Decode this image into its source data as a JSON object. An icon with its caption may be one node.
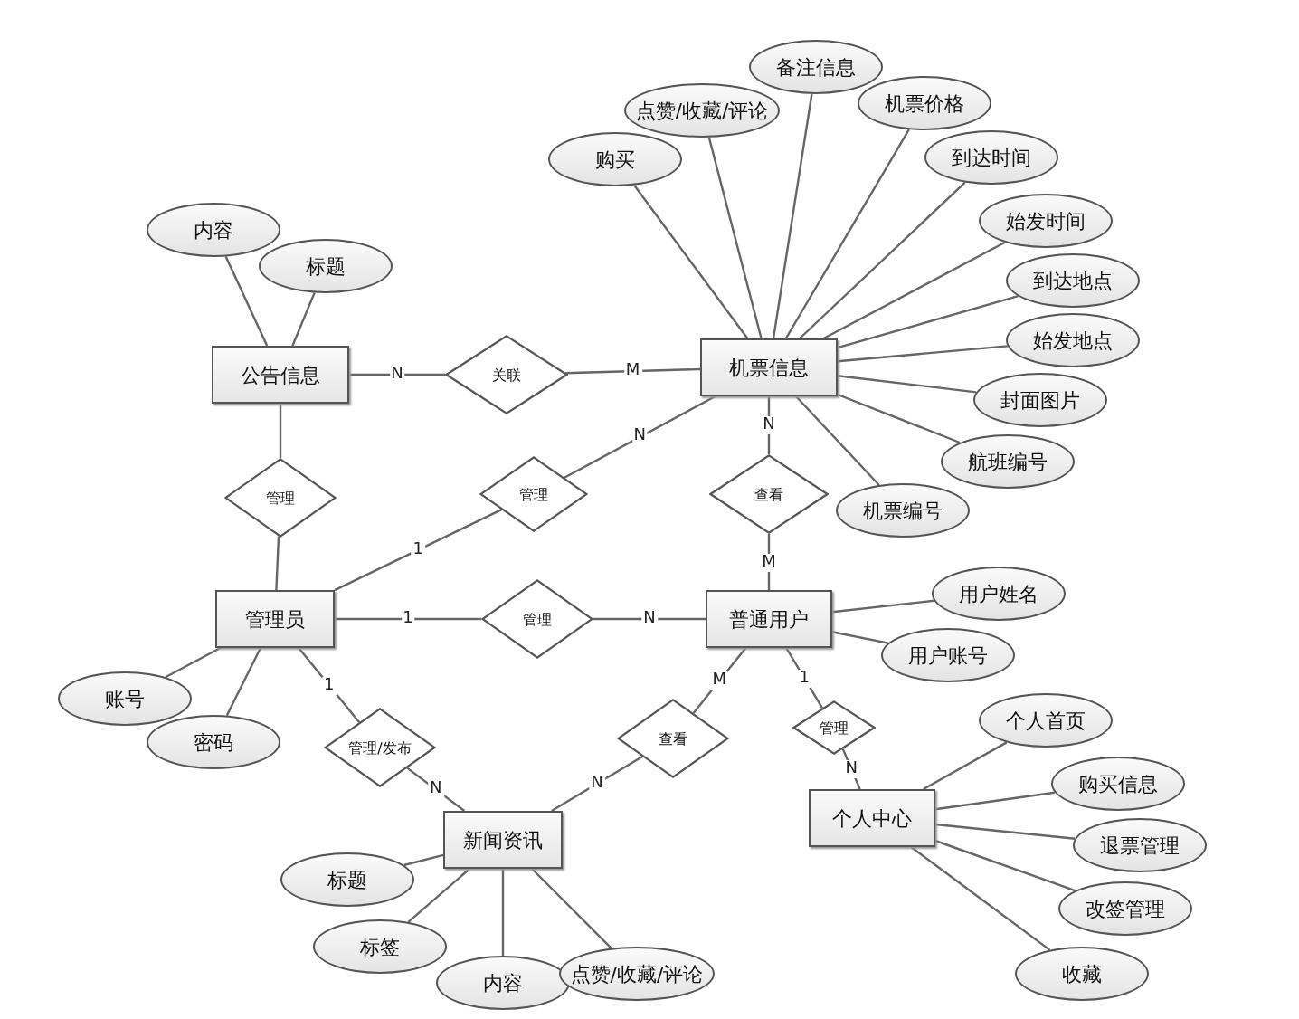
{
  "diagram": {
    "nodes": [
      {
        "text": [
          "公告信息"
        ]
      },
      {
        "text": [
          "机票信息"
        ]
      },
      {
        "text": [
          "管理员"
        ]
      },
      {
        "text": [
          "普通用户"
        ]
      },
      {
        "text": [
          "新闻资讯"
        ]
      },
      {
        "text": [
          "个人中心"
        ]
      },
      {
        "text": [
          "关联"
        ]
      },
      {
        "text": [
          "管理"
        ]
      },
      {
        "text": [
          "管理"
        ]
      },
      {
        "text": [
          "查看"
        ]
      },
      {
        "text": [
          "管理"
        ]
      },
      {
        "text": [
          "管理/发布"
        ]
      },
      {
        "text": [
          "查看"
        ]
      },
      {
        "text": [
          "管理"
        ]
      },
      {
        "text": [
          "内容"
        ]
      },
      {
        "text": [
          "标题"
        ]
      },
      {
        "text": [
          "购买"
        ]
      },
      {
        "text": [
          "点赞/收藏/评论"
        ]
      },
      {
        "text": [
          "备注信息"
        ]
      },
      {
        "text": [
          "机票价格"
        ]
      },
      {
        "text": [
          "到达时间"
        ]
      },
      {
        "text": [
          "始发时间"
        ]
      },
      {
        "text": [
          "到达地点"
        ]
      },
      {
        "text": [
          "始发地点"
        ]
      },
      {
        "text": [
          "封面图片"
        ]
      },
      {
        "text": [
          "航班编号"
        ]
      },
      {
        "text": [
          "机票编号"
        ]
      },
      {
        "text": [
          "账号"
        ]
      },
      {
        "text": [
          "密码"
        ]
      },
      {
        "text": [
          "用户姓名"
        ]
      },
      {
        "text": [
          "用户账号"
        ]
      },
      {
        "text": [
          "标题"
        ]
      },
      {
        "text": [
          "标签"
        ]
      },
      {
        "text": [
          "内容"
        ]
      },
      {
        "text": [
          "点赞/收藏/评论"
        ]
      },
      {
        "text": [
          "个人首页"
        ]
      },
      {
        "text": [
          "购买信息"
        ]
      },
      {
        "text": [
          "退票管理"
        ]
      },
      {
        "text": [
          "改签管理"
        ]
      },
      {
        "text": [
          "收藏"
        ]
      }
    ],
    "edges": [
      {
        "from": 0,
        "to": 6,
        "arrow": "none",
        "label": "N"
      },
      {
        "from": 6,
        "to": 1,
        "arrow": "none",
        "label": "M"
      },
      {
        "from": 0,
        "to": 7,
        "arrow": "none"
      },
      {
        "from": 7,
        "to": 2,
        "arrow": "none"
      },
      {
        "from": 2,
        "to": 8,
        "arrow": "none",
        "label": "1"
      },
      {
        "from": 8,
        "to": 1,
        "arrow": "none",
        "label": "N"
      },
      {
        "from": 1,
        "to": 9,
        "arrow": "none",
        "label": "N"
      },
      {
        "from": 9,
        "to": 3,
        "arrow": "none",
        "label": "M"
      },
      {
        "from": 2,
        "to": 10,
        "arrow": "none",
        "label": "1"
      },
      {
        "from": 10,
        "to": 3,
        "arrow": "none",
        "label": "N"
      },
      {
        "from": 2,
        "to": 11,
        "arrow": "none",
        "label": "1"
      },
      {
        "from": 11,
        "to": 4,
        "arrow": "none",
        "label": "N"
      },
      {
        "from": 4,
        "to": 12,
        "arrow": "none",
        "label": "N"
      },
      {
        "from": 12,
        "to": 3,
        "arrow": "none",
        "label": "M"
      },
      {
        "from": 3,
        "to": 13,
        "arrow": "none",
        "label": "1"
      },
      {
        "from": 13,
        "to": 5,
        "arrow": "none",
        "label": "N"
      },
      {
        "from": 0,
        "to": 14,
        "arrow": "none"
      },
      {
        "from": 0,
        "to": 15,
        "arrow": "none"
      },
      {
        "from": 1,
        "to": 16,
        "arrow": "none"
      },
      {
        "from": 1,
        "to": 17,
        "arrow": "none"
      },
      {
        "from": 1,
        "to": 18,
        "arrow": "none"
      },
      {
        "from": 1,
        "to": 19,
        "arrow": "none"
      },
      {
        "from": 1,
        "to": 20,
        "arrow": "none"
      },
      {
        "from": 1,
        "to": 21,
        "arrow": "none"
      },
      {
        "from": 1,
        "to": 22,
        "arrow": "none"
      },
      {
        "from": 1,
        "to": 23,
        "arrow": "none"
      },
      {
        "from": 1,
        "to": 24,
        "arrow": "none"
      },
      {
        "from": 1,
        "to": 25,
        "arrow": "none"
      },
      {
        "from": 1,
        "to": 26,
        "arrow": "none"
      },
      {
        "from": 2,
        "to": 27,
        "arrow": "none"
      },
      {
        "from": 2,
        "to": 28,
        "arrow": "none"
      },
      {
        "from": 3,
        "to": 29,
        "arrow": "none"
      },
      {
        "from": 3,
        "to": 30,
        "arrow": "none"
      },
      {
        "from": 4,
        "to": 31,
        "arrow": "none"
      },
      {
        "from": 4,
        "to": 32,
        "arrow": "none"
      },
      {
        "from": 4,
        "to": 33,
        "arrow": "none"
      },
      {
        "from": 4,
        "to": 34,
        "arrow": "none"
      },
      {
        "from": 5,
        "to": 35,
        "arrow": "none"
      },
      {
        "from": 5,
        "to": 36,
        "arrow": "none"
      },
      {
        "from": 5,
        "to": 37,
        "arrow": "none"
      },
      {
        "from": 5,
        "to": 38,
        "arrow": "none"
      },
      {
        "from": 5,
        "to": 39,
        "arrow": "none"
      }
    ]
  }
}
